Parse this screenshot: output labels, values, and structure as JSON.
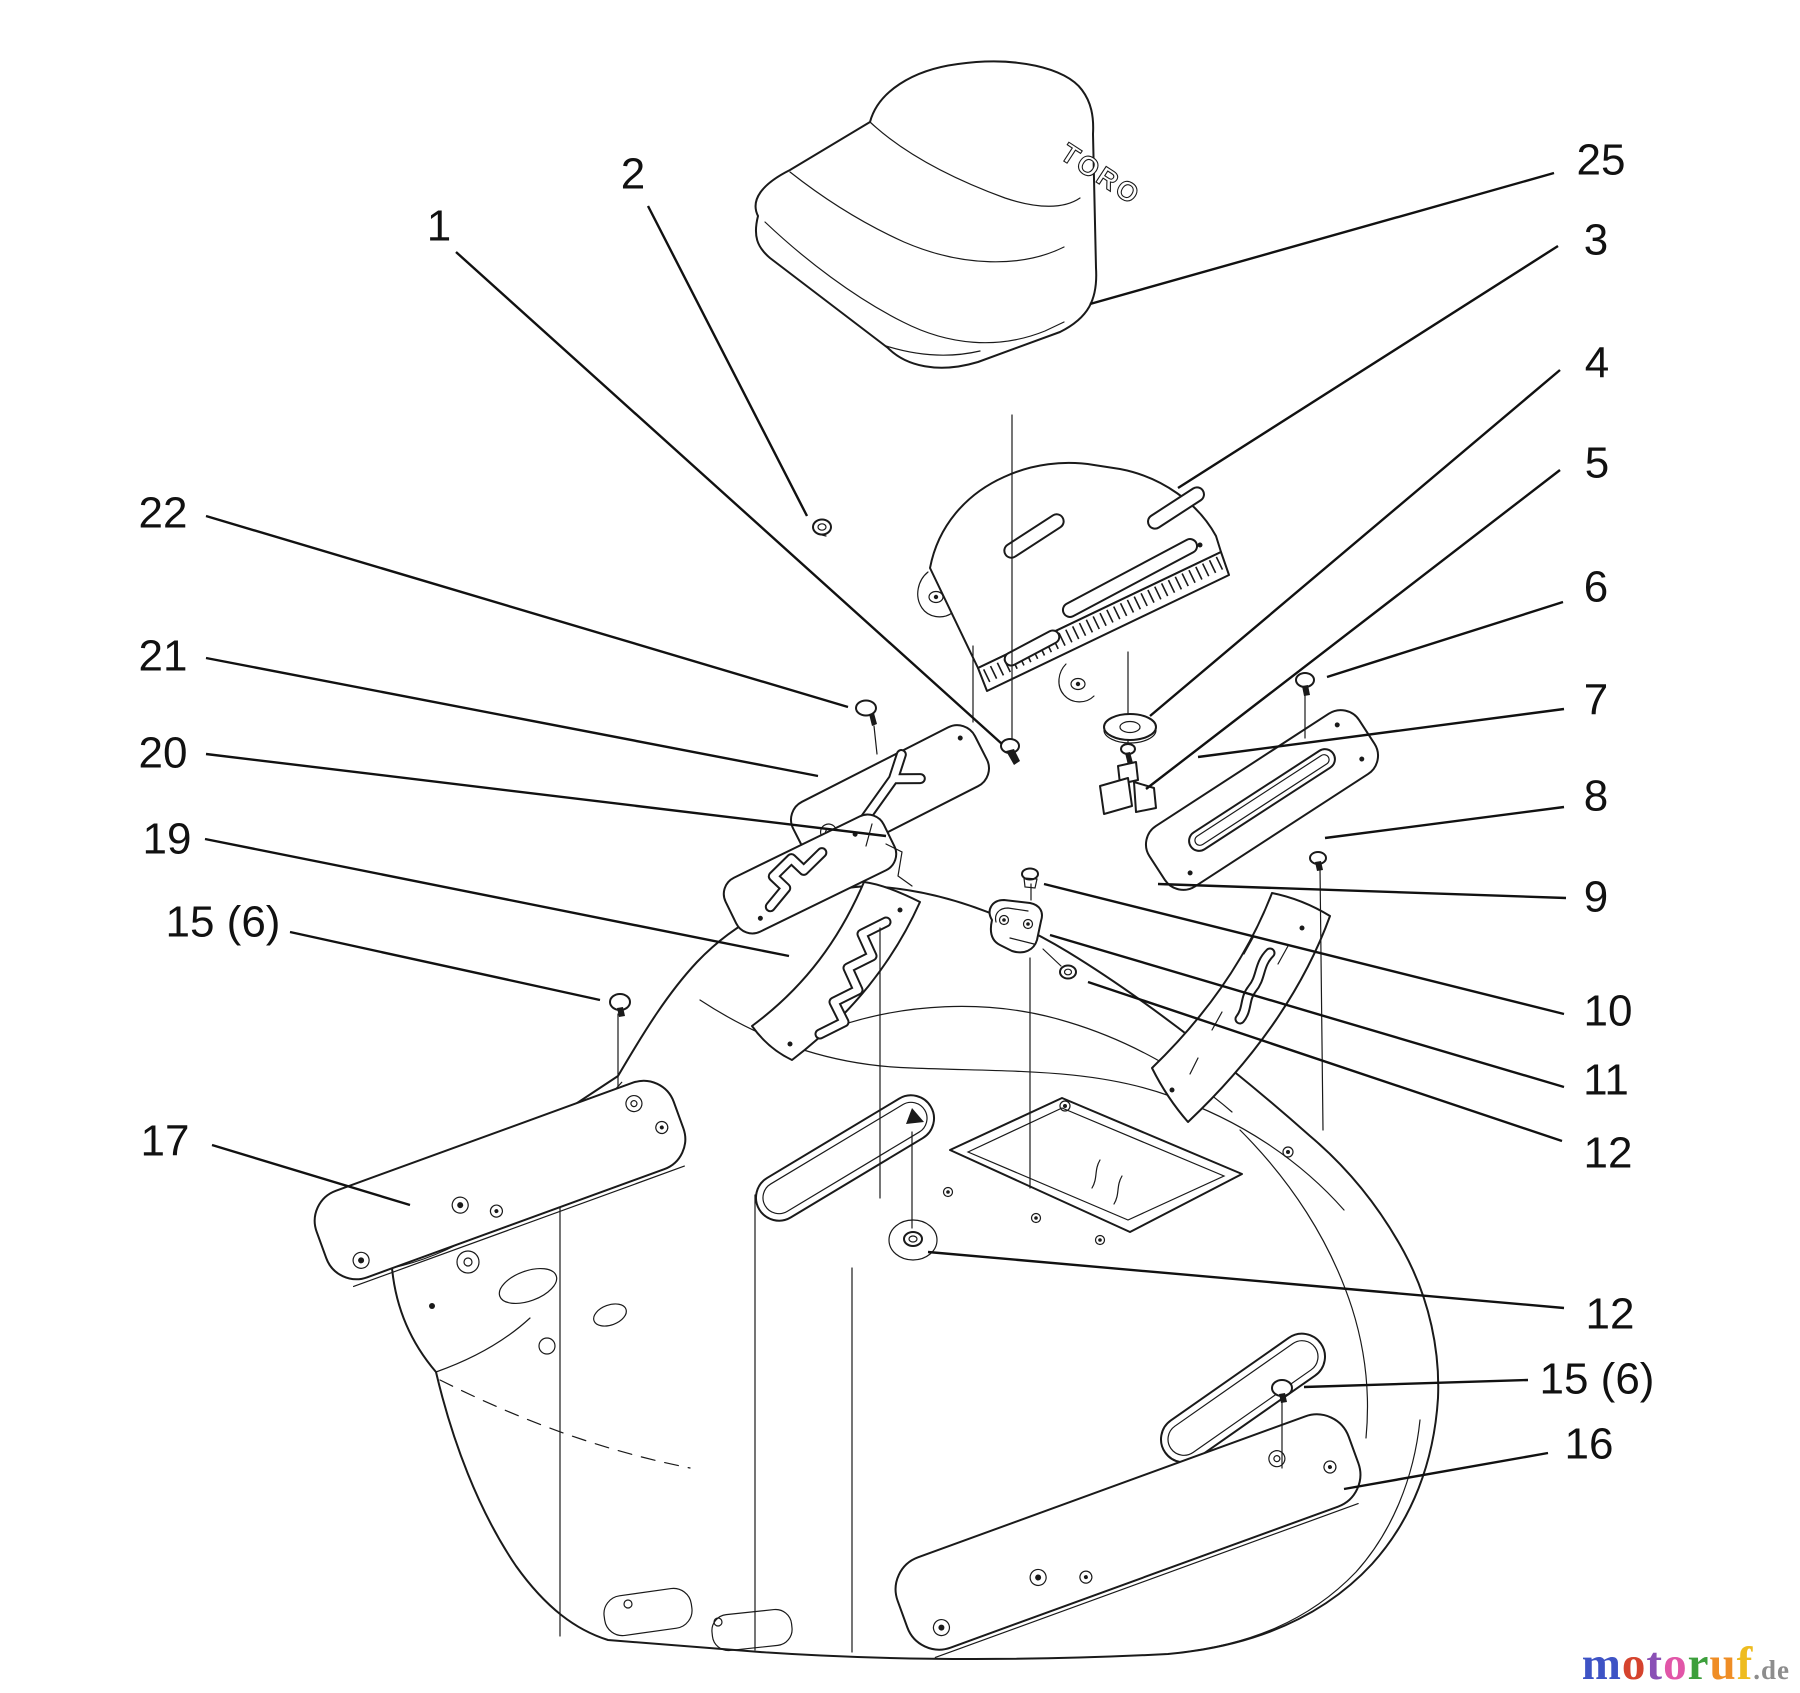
{
  "page": {
    "background": "#ffffff",
    "ink": "#1a1a1a"
  },
  "seat": {
    "logo": "TORO"
  },
  "callouts": [
    {
      "label": "2"
    },
    {
      "label": "1"
    },
    {
      "label": "22"
    },
    {
      "label": "21"
    },
    {
      "label": "20"
    },
    {
      "label": "19"
    },
    {
      "label": "15 (6)"
    },
    {
      "label": "17"
    },
    {
      "label": "25"
    },
    {
      "label": "3"
    },
    {
      "label": "4"
    },
    {
      "label": "5"
    },
    {
      "label": "6"
    },
    {
      "label": "7"
    },
    {
      "label": "8"
    },
    {
      "label": "9"
    },
    {
      "label": "10"
    },
    {
      "label": "11"
    },
    {
      "label": "12"
    },
    {
      "label": "12"
    },
    {
      "label": "15 (6)"
    },
    {
      "label": "16"
    }
  ],
  "watermark": {
    "letters": [
      {
        "ch": "m",
        "style": "color:#3e53c5"
      },
      {
        "ch": "o",
        "style": "color:#d5432d"
      },
      {
        "ch": "t",
        "style": "color:#8a50b5"
      },
      {
        "ch": "o",
        "style": "color:#e156a8"
      },
      {
        "ch": "r",
        "style": "color:#3d9f3c"
      },
      {
        "ch": "u",
        "style": "color:#ef8d25"
      },
      {
        "ch": "f",
        "style": "color:#eebc20"
      }
    ],
    "suffix": ".de",
    "suffix_style": "color:#8d8d8d"
  }
}
